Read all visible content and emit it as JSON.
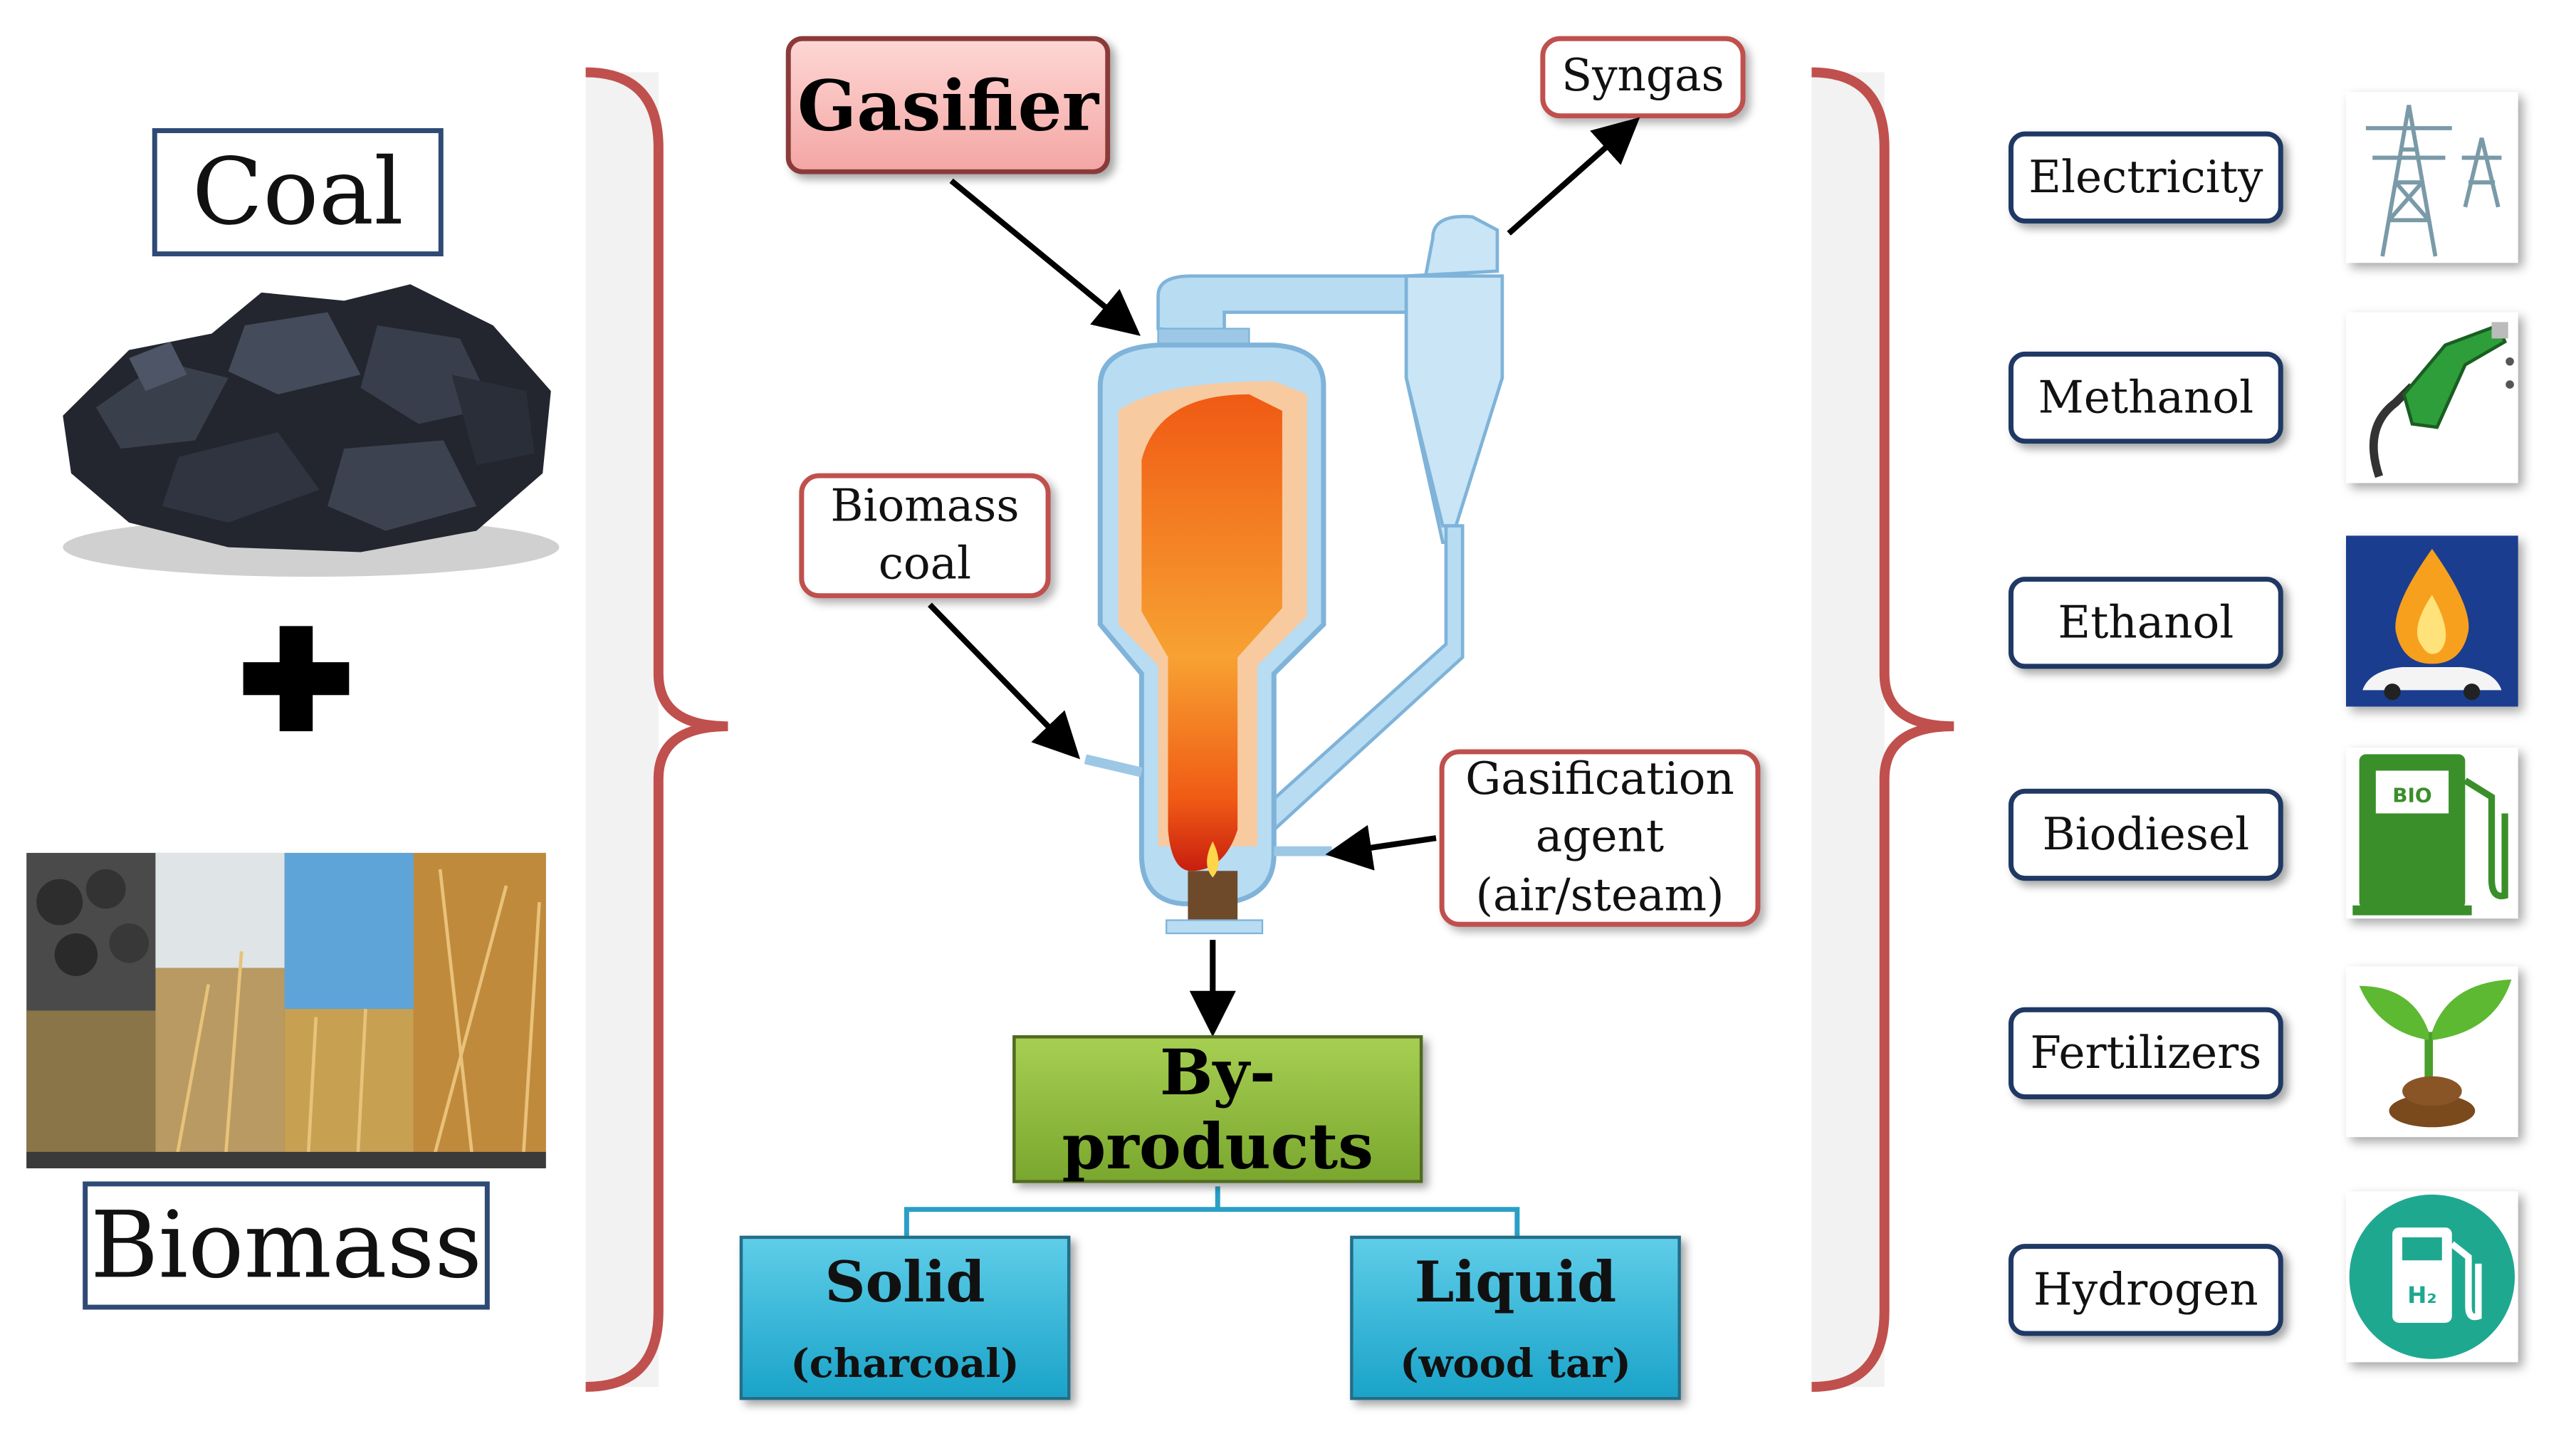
{
  "inputs": {
    "coal": "Coal",
    "plus": "+",
    "biomass": "Biomass"
  },
  "gasifier": {
    "title": "Gasifier",
    "syngas": "Syngas",
    "feed": [
      "Biomass",
      "coal"
    ],
    "agent": [
      "Gasification",
      "agent",
      "(air/steam)"
    ]
  },
  "byproducts": {
    "title": "By-products",
    "solid": {
      "name": "Solid",
      "detail": "(charcoal)"
    },
    "liquid": {
      "name": "Liquid",
      "detail": "(wood tar)"
    }
  },
  "products": [
    {
      "label": "Electricity",
      "icon": "power-tower-icon"
    },
    {
      "label": "Methanol",
      "icon": "fuel-nozzle-icon"
    },
    {
      "label": "Ethanol",
      "icon": "flame-car-icon"
    },
    {
      "label": "Biodiesel",
      "icon": "bio-pump-icon"
    },
    {
      "label": "Fertilizers",
      "icon": "sprout-icon"
    },
    {
      "label": "Hydrogen",
      "icon": "hydrogen-pump-icon"
    }
  ],
  "colors": {
    "bracket": "#c0504d",
    "label_border": "#2e4a75",
    "gasifier_fill": "#f4a7a4",
    "byproducts_fill": "#8ab63c",
    "teal_fill": "#2bb5d8",
    "reactor_shell": "#b8dcf2",
    "flame": "#f06a1c"
  }
}
